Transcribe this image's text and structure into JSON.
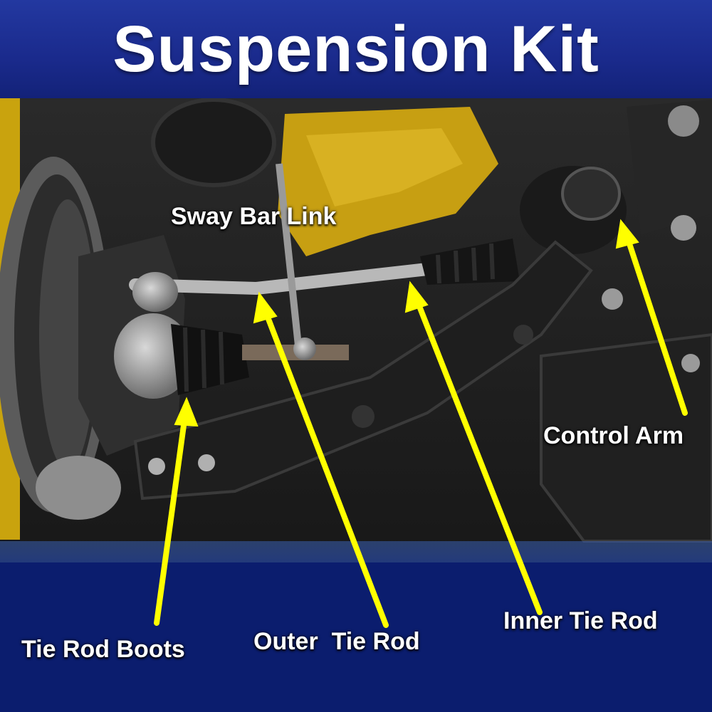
{
  "title": "Suspension Kit",
  "labels": {
    "sway_bar_link": "Sway Bar Link",
    "control_arm": "Control Arm",
    "inner_tie_rod": "Inner Tie Rod",
    "outer_tie_rod": "Outer  Tie Rod",
    "tie_rod_boots": "Tie Rod Boots"
  },
  "colors": {
    "header_blue": "#1a2a8c",
    "footer_blue": "#0b1d6e",
    "arrow_yellow": "#ffff00",
    "label_white": "#ffffff"
  }
}
